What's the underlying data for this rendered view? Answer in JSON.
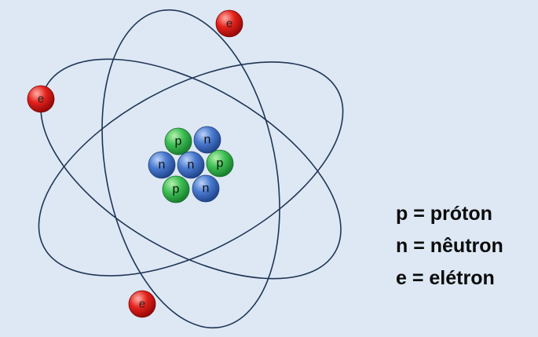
{
  "colors": {
    "background": "#dde8f4",
    "orbit": "#1f3556",
    "proton": "#33b34a",
    "neutron": "#3d6fc4",
    "electron": "#e01818"
  },
  "nucleus": {
    "particles": [
      {
        "label": "p",
        "kind": "proton"
      },
      {
        "label": "n",
        "kind": "neutron"
      },
      {
        "label": "n",
        "kind": "neutron"
      },
      {
        "label": "n",
        "kind": "neutron"
      },
      {
        "label": "p",
        "kind": "proton"
      },
      {
        "label": "p",
        "kind": "proton"
      },
      {
        "label": "n",
        "kind": "neutron"
      }
    ]
  },
  "electrons": [
    {
      "label": "e"
    },
    {
      "label": "e"
    },
    {
      "label": "e"
    }
  ],
  "legend": [
    {
      "text": "p = próton"
    },
    {
      "text": "n = nêutron"
    },
    {
      "text": "e = elétron"
    }
  ]
}
